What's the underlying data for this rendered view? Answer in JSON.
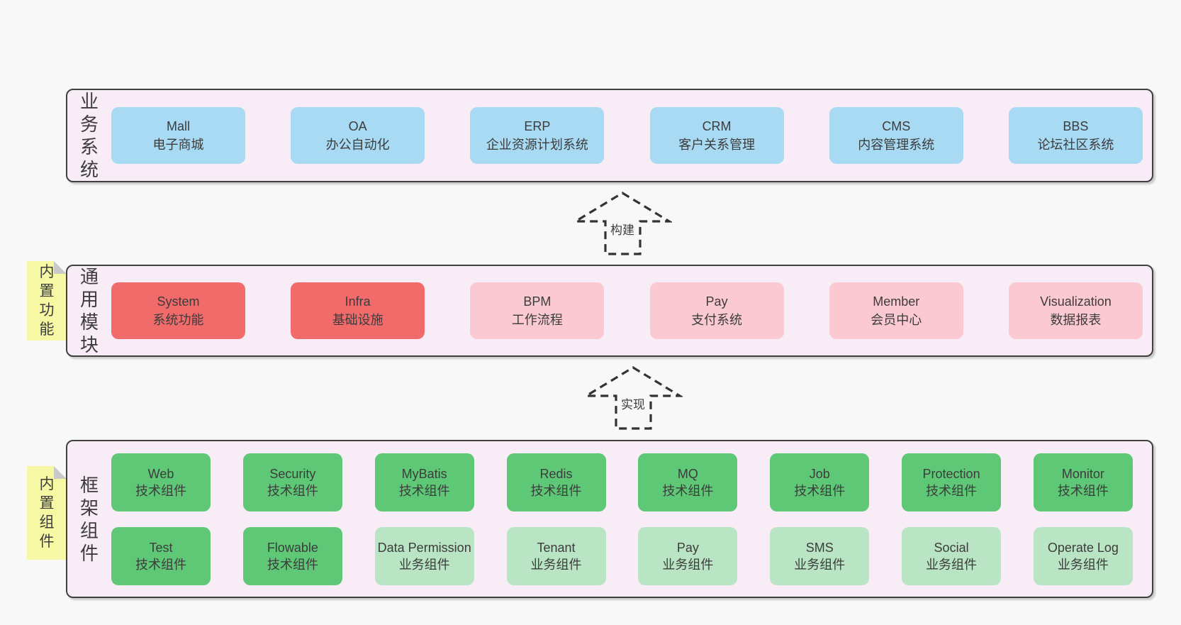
{
  "colors": {
    "page_bg": "#f8f8f8",
    "layer_bg": "#f8edf6",
    "border": "#3f3f3f",
    "text": "#3c3c3c",
    "blue_box": "#a9daf3",
    "red_box": "#f16b6b",
    "pink_box": "#fbc9d2",
    "green_box": "#5ec876",
    "light_green_box": "#b9e5c4",
    "note_yellow": "#f7f8a3",
    "note_fold": "#c9c9c9",
    "arrow_stroke": "#333333"
  },
  "arrows": [
    {
      "label": "构建"
    },
    {
      "label": "实现"
    }
  ],
  "layers": [
    {
      "label": "业务系统",
      "boxes": [
        {
          "name": "Mall",
          "desc": "电子商城"
        },
        {
          "name": "OA",
          "desc": "办公自动化"
        },
        {
          "name": "ERP",
          "desc": "企业资源计划系统"
        },
        {
          "name": "CRM",
          "desc": "客户关系管理"
        },
        {
          "name": "CMS",
          "desc": "内容管理系统"
        },
        {
          "name": "BBS",
          "desc": "论坛社区系统"
        }
      ]
    },
    {
      "label": "通用模块",
      "note": "内置功能",
      "boxes": [
        {
          "name": "System",
          "desc": "系统功能"
        },
        {
          "name": "Infra",
          "desc": "基础设施"
        },
        {
          "name": "BPM",
          "desc": "工作流程"
        },
        {
          "name": "Pay",
          "desc": "支付系统"
        },
        {
          "name": "Member",
          "desc": "会员中心"
        },
        {
          "name": "Visualization",
          "desc": "数据报表"
        }
      ]
    },
    {
      "label": "框架组件",
      "note": "内置组件",
      "row1": [
        {
          "name": "Web",
          "desc": "技术组件"
        },
        {
          "name": "Security",
          "desc": "技术组件"
        },
        {
          "name": "MyBatis",
          "desc": "技术组件"
        },
        {
          "name": "Redis",
          "desc": "技术组件"
        },
        {
          "name": "MQ",
          "desc": "技术组件"
        },
        {
          "name": "Job",
          "desc": "技术组件"
        },
        {
          "name": "Protection",
          "desc": "技术组件"
        },
        {
          "name": "Monitor",
          "desc": "技术组件"
        }
      ],
      "row2": [
        {
          "name": "Test",
          "desc": "技术组件"
        },
        {
          "name": "Flowable",
          "desc": "技术组件"
        },
        {
          "name": "Data Permission",
          "desc": "业务组件"
        },
        {
          "name": "Tenant",
          "desc": "业务组件"
        },
        {
          "name": "Pay",
          "desc": "业务组件"
        },
        {
          "name": "SMS",
          "desc": "业务组件"
        },
        {
          "name": "Social",
          "desc": "业务组件"
        },
        {
          "name": "Operate Log",
          "desc": "业务组件"
        }
      ]
    }
  ]
}
